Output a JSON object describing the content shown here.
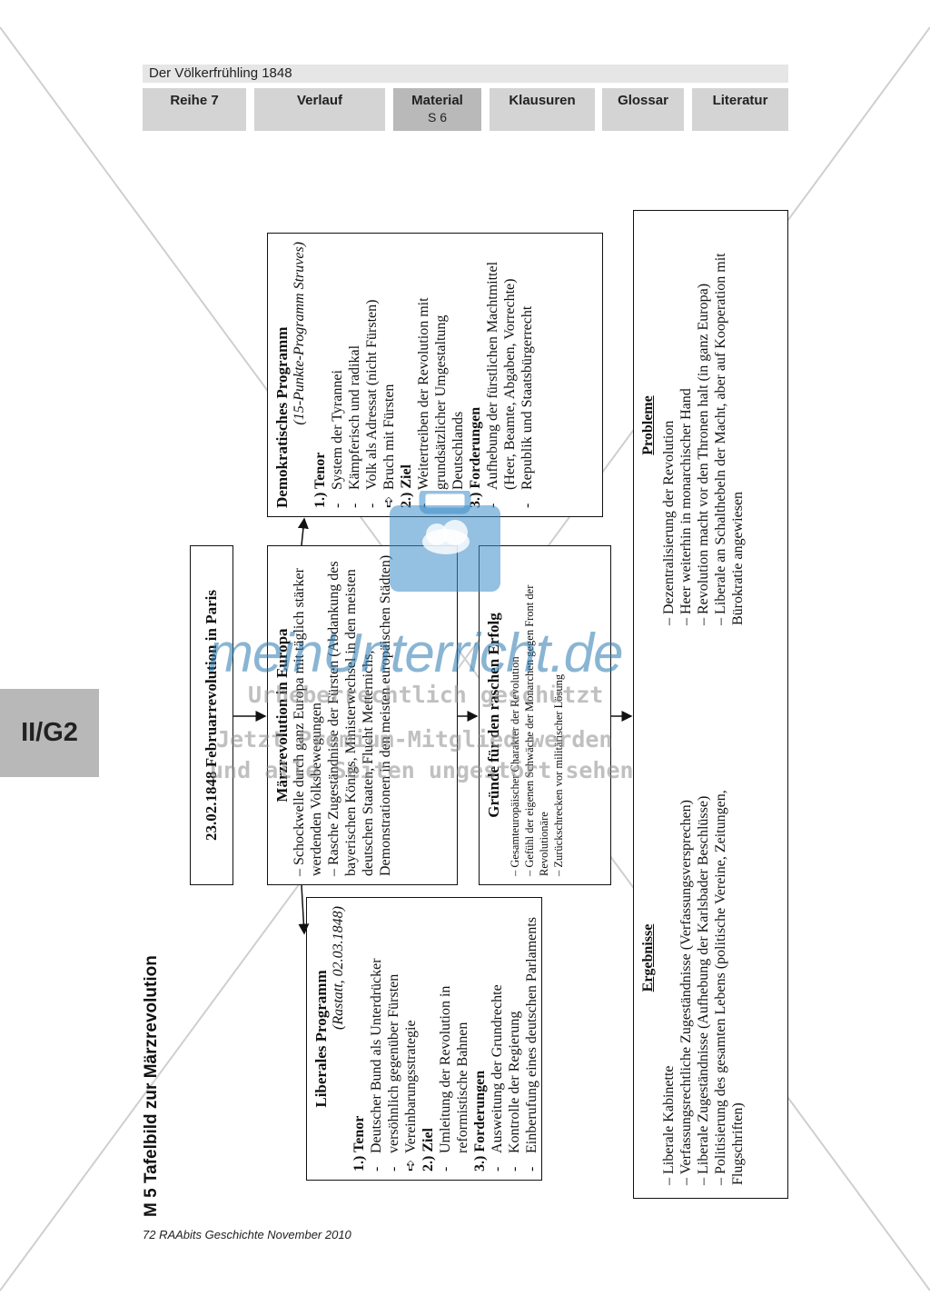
{
  "header": {
    "title": "Der Völkerfrühling 1848",
    "tabs": [
      {
        "label": "Reihe 7",
        "sub": ""
      },
      {
        "label": "Verlauf",
        "sub": ""
      },
      {
        "label": "Material",
        "sub": "S 6"
      },
      {
        "label": "Klausuren",
        "sub": ""
      },
      {
        "label": "Glossar",
        "sub": ""
      },
      {
        "label": "Literatur",
        "sub": ""
      }
    ]
  },
  "side_tag": "II/G2",
  "heading": "M 5  Tafelbild zur Märzrevolution",
  "liberal": {
    "title": "Liberales Programm",
    "subtitle": "(Rastatt, 02.03.1848)",
    "s1": "1.) Tenor",
    "s1_items": [
      {
        "mk": "-",
        "tx": "Deutscher Bund als Unterdrücker"
      },
      {
        "mk": "-",
        "tx": "versöhnlich gegenüber Fürsten"
      },
      {
        "mk": "➪",
        "tx": "Vereinbarungsstrategie"
      }
    ],
    "s2": "2.) Ziel",
    "s2_items": [
      {
        "mk": "-",
        "tx": "Umleitung der Revolution in reformistische Bahnen"
      }
    ],
    "s3": "3.) Forderungen",
    "s3_items": [
      {
        "mk": "-",
        "tx": "Ausweitung der Grundrechte"
      },
      {
        "mk": "-",
        "tx": "Kontrolle der Regierung"
      },
      {
        "mk": "-",
        "tx": "Einberufung eines deutschen Parlaments"
      }
    ]
  },
  "paris": "23.02.1848 Februarrevolution in Paris",
  "maerz": {
    "title": "Märzrevolution in Europa",
    "items": [
      "– Schockwelle durch ganz Europa mit täglich stärker werdenden Volksbewegungen",
      "– Rasche Zugeständnisse der Fürsten (Abdankung des bayerischen Königs, Ministerwechsel in den meisten deutschen Staaten, Flucht Metternichs, Demonstrationen in den meisten europäischen Städten)"
    ]
  },
  "gruende": {
    "title": "Gründe für den raschen Erfolg",
    "items": [
      "– Gesamteuropäischer Charakter der Revolution",
      "– Gefühl der eigenen Schwäche der Monarchen gegen Front der Revolutionäre",
      "– Zurückschrecken vor militärischer Lösung"
    ]
  },
  "demokratisch": {
    "title": "Demokratisches Programm",
    "subtitle": "(15-Punkte-Programm Struves)",
    "s1": "1.) Tenor",
    "s1_items": [
      {
        "mk": "-",
        "tx": "System der Tyrannei"
      },
      {
        "mk": "-",
        "tx": "Kämpferisch und radikal"
      },
      {
        "mk": "-",
        "tx": "Volk als Adressat (nicht Fürsten)"
      },
      {
        "mk": "➪",
        "tx": "Bruch mit Fürsten"
      }
    ],
    "s2": "2.) Ziel",
    "s2_items": [
      {
        "mk": "-",
        "tx": "Weitertreiben der Revolution mit grundsätzlicher Umgestaltung Deutschlands"
      }
    ],
    "s3": "3.) Forderungen",
    "s3_items": [
      {
        "mk": "-",
        "tx": "Aufhebung der fürstlichen Machtmittel (Heer, Beamte, Abgaben, Vorrechte)"
      },
      {
        "mk": "-",
        "tx": "Republik und Staatsbürgerrecht"
      }
    ]
  },
  "ergebnisse": {
    "title": "Ergebnisse",
    "items": [
      "– Liberale Kabinette",
      "– Verfassungsrechtliche Zugeständnisse (Verfassungsversprechen)",
      "– Liberale Zugeständnisse (Aufhebung der Karlsbader Beschlüsse)",
      "– Politisierung des gesamten Lebens (politische Vereine, Zeitungen, Flugschriften)"
    ]
  },
  "probleme": {
    "title": "Probleme",
    "items": [
      "– Dezentralisierung der Revolution",
      "– Heer weiterhin in monarchischer Hand",
      "– Revolution macht vor den Thronen halt (in ganz Europa)",
      "– Liberale an Schalthebeln der Macht, aber auf Kooperation mit Bürokratie angewiesen"
    ]
  },
  "footer": "72 RAAbits Geschichte November 2010",
  "watermark": {
    "brand": "meinUnterricht.de",
    "line1": "Urheberrechtlich geschützt",
    "line2": "Jetzt Premium-Mitglied werden",
    "line3": "und alle Seiten ungestört sehen"
  }
}
